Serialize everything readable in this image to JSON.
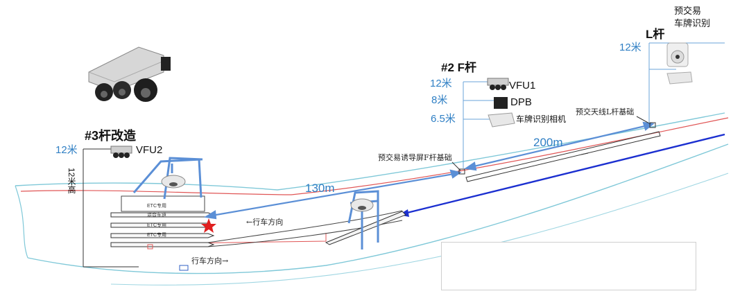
{
  "poles": {
    "pole3": {
      "title": "#3杆改造",
      "height_label": "12米",
      "tall_label": "12米高",
      "device": "VFU2"
    },
    "poleF": {
      "title": "#2 F杆",
      "h1": "12米",
      "h2": "8米",
      "h3": "6.5米",
      "dev1": "VFU1",
      "dev2": "DPB",
      "dev3": "车牌识别相机"
    },
    "poleL": {
      "title": "L杆",
      "height_label": "12米",
      "device": "预交易\n车牌识别"
    }
  },
  "foundations": {
    "screen_foundation": "预交易诱导屏F杆基础",
    "antenna_foundation": "预交天线L杆基础"
  },
  "distances": {
    "d1": "130m",
    "d2": "200m"
  },
  "directions": {
    "upper": "←行车方向",
    "lower": "行车方向→"
  },
  "lanes": [
    "ETC专用",
    "混合车道",
    "ETC专用",
    "ETC专用"
  ],
  "colors": {
    "road_outline": "#7fc8d8",
    "route": "#5b8fd6",
    "red_line": "#e05555",
    "blue_line": "#1b2fd0"
  }
}
